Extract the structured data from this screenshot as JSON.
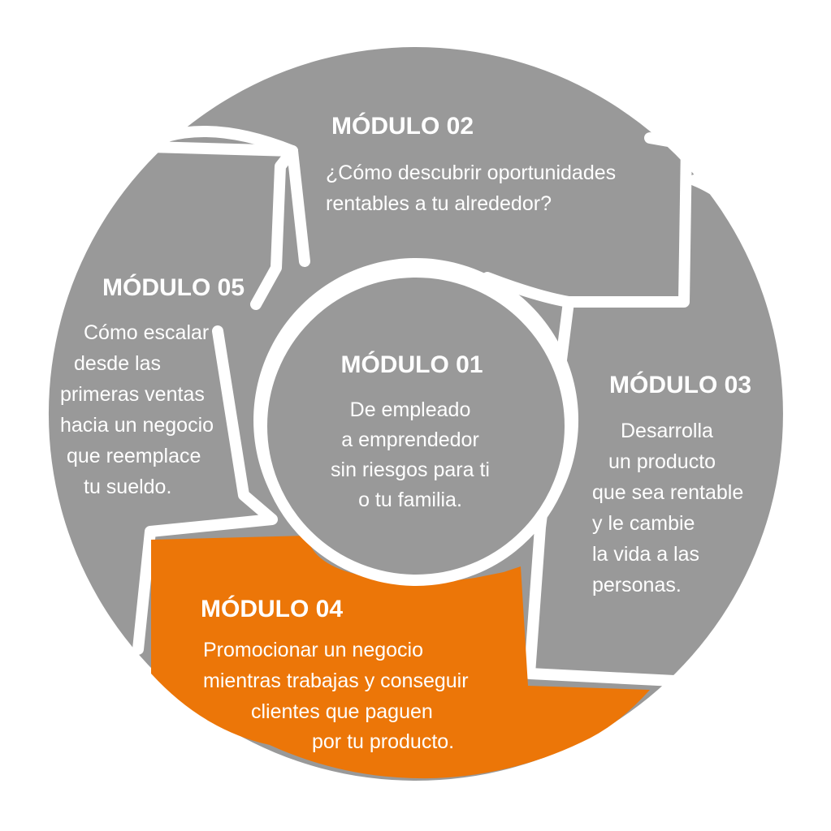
{
  "colors": {
    "segment": "#999999",
    "highlight": "#ec7608",
    "text": "#ffffff",
    "background": "#ffffff"
  },
  "modules": {
    "m01": {
      "title": "MÓDULO 01",
      "lines": [
        "De empleado",
        "a emprendedor",
        "sin riesgos para ti",
        "o tu familia."
      ]
    },
    "m02": {
      "title": "MÓDULO 02",
      "lines": [
        "¿Cómo descubrir oportunidades",
        "rentables a tu alrededor?"
      ]
    },
    "m03": {
      "title": "MÓDULO 03",
      "lines": [
        "Desarrolla",
        "un producto",
        "que sea rentable",
        "y le cambie",
        "la vida a las",
        "personas."
      ]
    },
    "m04": {
      "title": "MÓDULO 04",
      "lines": [
        "Promocionar un negocio",
        "mientras trabajas y conseguir",
        "clientes que paguen",
        "por tu producto."
      ]
    },
    "m05": {
      "title": "MÓDULO 05",
      "lines": [
        "Cómo escalar",
        "desde las",
        "primeras ventas",
        "hacia un negocio",
        "que reemplace",
        "tu sueldo."
      ]
    }
  }
}
